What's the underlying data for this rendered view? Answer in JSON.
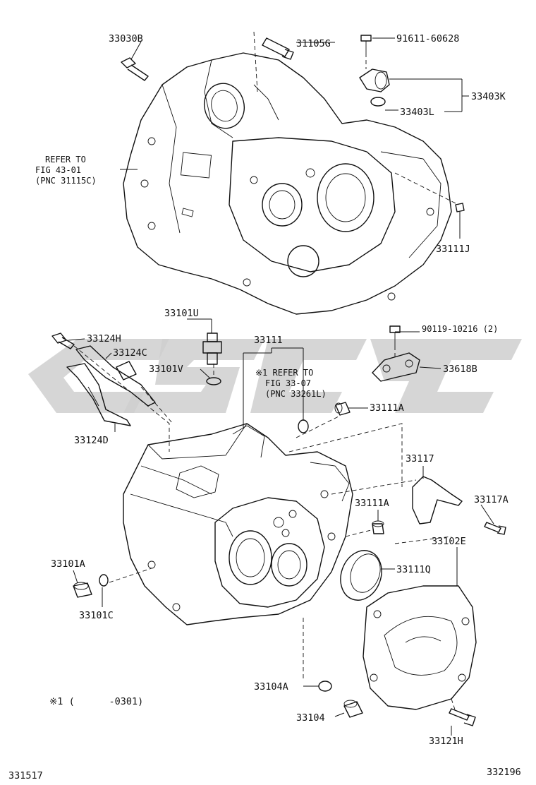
{
  "top_assembly": {
    "labels": {
      "p33030B": "33030B",
      "p31105G": "31105G",
      "p91611": "91611-60628",
      "p33403K": "33403K",
      "p33403L": "33403L",
      "p33111J": "33111J",
      "refer1": "REFER TO",
      "refer2": "FIG 43-01",
      "refer3": "(PNC 31115C)"
    }
  },
  "bottom_assembly": {
    "labels": {
      "p33101U": "33101U",
      "p33124H": "33124H",
      "p33124C": "33124C",
      "p33101V": "33101V",
      "p33124D": "33124D",
      "p33111": "33111",
      "note1": "※1 REFER TO",
      "note2": "FIG 33-07",
      "note3": "(PNC 33261L)",
      "p90119": "90119-10216 (2)",
      "p33618B": "33618B",
      "p33111A_1": "33111A",
      "p33117": "33117",
      "p33117A": "33117A",
      "p33111A_2": "33111A",
      "p33102E": "33102E",
      "p33101A": "33101A",
      "p33111Q": "33111Q",
      "p33101C": "33101C",
      "p33104A": "33104A",
      "p33104": "33104",
      "p33121H": "33121H"
    }
  },
  "footnote": "※1 (      -0301)",
  "corner_left": "331517",
  "corner_right": "332196"
}
